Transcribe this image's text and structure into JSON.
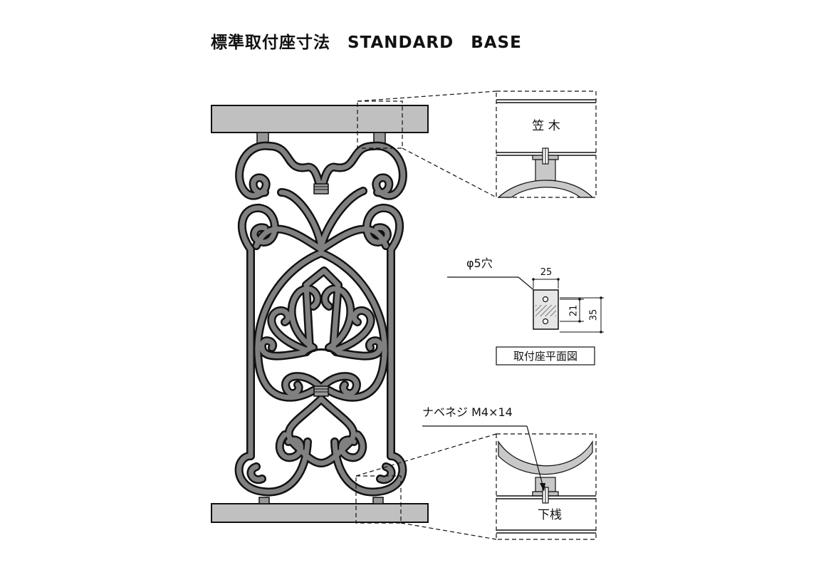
{
  "title": "標準取付座寸法　STANDARD　BASE",
  "labels": {
    "top_rail": "笠 木",
    "bottom_rail": "下桟",
    "hole": "φ5穴",
    "screw": "ナベネジ M4×14",
    "plan_view": "取付座平面図"
  },
  "dimensions": {
    "width": "25",
    "hole_pitch": "21",
    "length": "35"
  },
  "colors": {
    "rail_fill": "#c0c0c0",
    "ironwork_fill": "#808080",
    "line": "#111111",
    "hatch": "#666666"
  }
}
